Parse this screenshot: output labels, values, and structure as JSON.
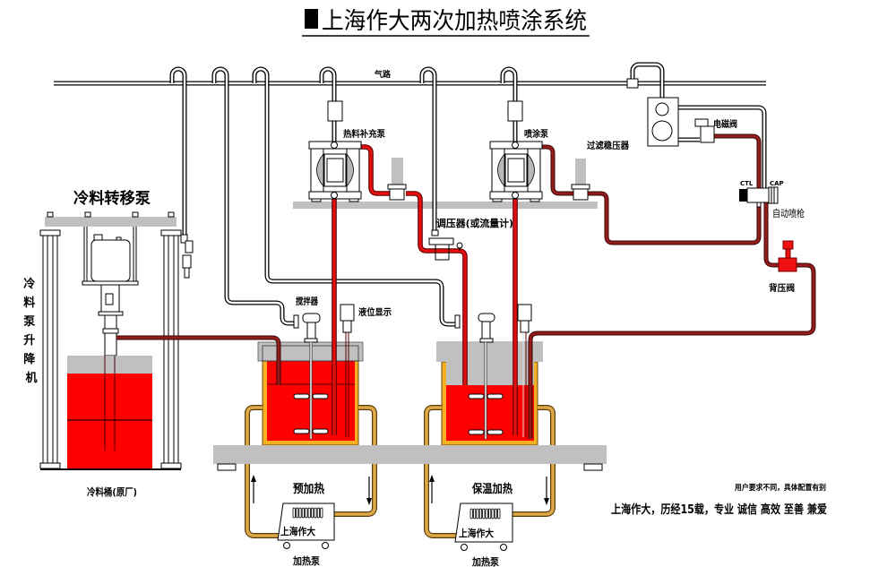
{
  "title": "上海作大两次加热喷涂系统",
  "title_icon": "black-square",
  "labels": {
    "air_line": "气路",
    "cold_transfer_pump": "冷料转移泵",
    "cold_pump_lift": [
      "冷",
      "料",
      "泵",
      "升",
      "降",
      "机"
    ],
    "cold_drum": "冷料桶(原厂)",
    "hot_refill_pump": "热料补充泵",
    "spray_pump": "喷涂泵",
    "filter_regulator": "过滤稳压器",
    "pressure_regulator": "调压器(或流量计)",
    "solenoid_valve": "电磁阀",
    "gun_ctl": "CTL",
    "gun_cap": "CAP",
    "auto_spray_gun": "自动喷枪",
    "back_pressure_valve": "背压阀",
    "agitator": "搅拌器",
    "level_display": "液位显示",
    "preheat": "预加热",
    "insulation_heat": "保温加热",
    "heater_pump": "加热泵",
    "heater_brand": "上海作大"
  },
  "notes": {
    "config_note": "用户要求不同，具体配置有别",
    "slogan": "上海作大，历经15载，专业 诚信 高效 至善 兼爱"
  },
  "colors": {
    "liquid_red": "#ff0000",
    "pipe_red": "#e01010",
    "pipe_dark": "#931c1c",
    "jacket_yellow": "#f4b020",
    "heat_pipe": "#dca848",
    "platform_gray": "#c0c0c0",
    "valve_red": "#ee1111"
  }
}
